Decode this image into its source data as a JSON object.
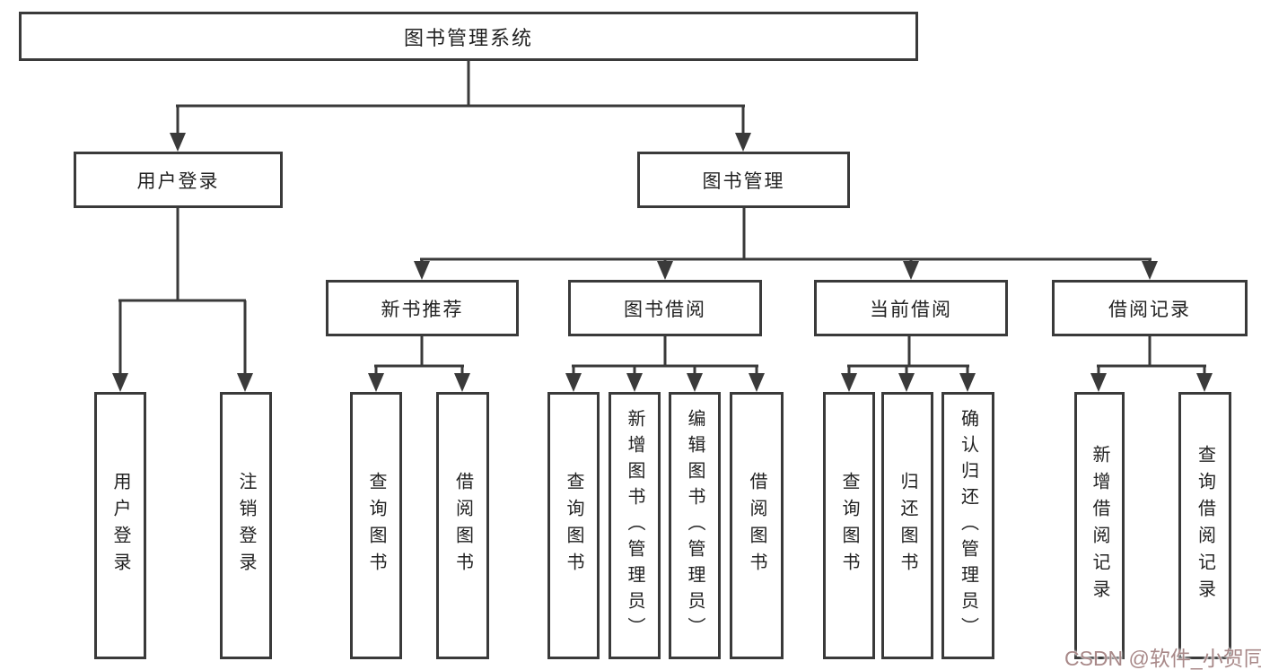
{
  "tree": {
    "label": "图书管理系统",
    "children": [
      {
        "label": "用户登录",
        "children": [
          {
            "label": "用户登录"
          },
          {
            "label": "注销登录"
          }
        ]
      },
      {
        "label": "图书管理",
        "children": [
          {
            "label": "新书推荐",
            "children": [
              {
                "label": "查询图书"
              },
              {
                "label": "借阅图书"
              }
            ]
          },
          {
            "label": "图书借阅",
            "children": [
              {
                "label": "查询图书"
              },
              {
                "label": "新增图书（管理员）"
              },
              {
                "label": "编辑图书（管理员）"
              },
              {
                "label": "借阅图书"
              }
            ]
          },
          {
            "label": "当前借阅",
            "children": [
              {
                "label": "查询图书"
              },
              {
                "label": "归还图书"
              },
              {
                "label": "确认归还（管理员）"
              }
            ]
          },
          {
            "label": "借阅记录",
            "children": [
              {
                "label": "新增借阅记录"
              },
              {
                "label": "查询借阅记录"
              }
            ]
          }
        ]
      }
    ]
  },
  "watermark": {
    "text": "CSDN @软件_小贺同学"
  },
  "colors": {
    "line": "#3a3a3a",
    "text": "#222222",
    "background": "#ffffff",
    "watermark": "#9e7b7b"
  }
}
